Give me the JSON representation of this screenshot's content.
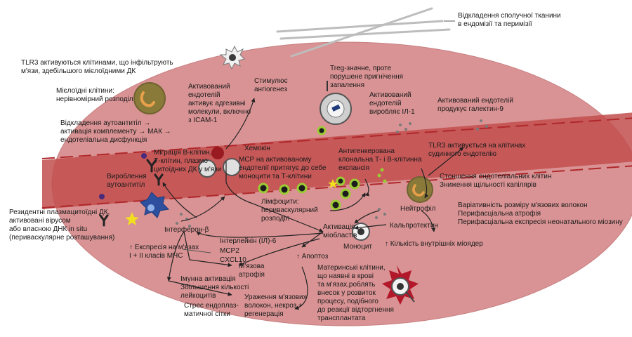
{
  "colors": {
    "muscle_tissue": "#d99394",
    "muscle_edge": "#c77f80",
    "vessel": "#c24d4d",
    "vessel_dash": "#b0282b",
    "cell_green": "#9ccc34",
    "cell_dark": "#2a2a2a",
    "plasmacytoid_dc": "#2e4f9e",
    "myeloid_dc": "#8a7a3a",
    "neutrophil": "#e8a04a",
    "mast_cell": "#b3172a",
    "fibers": "#bdbdbd"
  },
  "labels": {
    "connective_tissue": "Відкладення сполучної тканини\nв ендомізії та перимізії",
    "tlr3_infiltrating": "TLR3 активуються клітинами, що інфільтрують\nм'язи, здебільшого мієлоїдними ДК",
    "myeloid_cells": "Мієлоїдні клітини:\nнерівномірний розподіл",
    "activated_endothelium_adhesion": "Активований\nендотелій\nактивує адгезивні\nмолекули, включно\nз ICAM-1",
    "angiogenesis": "Стимулює\nангіогенез",
    "treg": "Treg-значне, проте\nпорушене пригнічення\nзапалення",
    "activated_endothelium_il1": "Активований\nендотелій\nвиробляє ІЛ-1",
    "activated_endothelium_galectin": "Активований ендотелій\nпродукує галектин-9",
    "autoantibody_deposition": "Відкладення аутоантитіл →\nактивація комплементу → МАК →\nендотеліальна дисфункція",
    "chemokine": "Хемокін",
    "mcp_attract": "MCP на активованому\nендотелії притягує до себе\nмоноцити та Т-клітини",
    "cell_migration": "Міграція В-клітин,\nТ-клітин, плазмо\nцитоїдних ДК у м'язи",
    "antigen_expansion": "Антигенкерована\nклональна Т- і В-клітинна\nекспансія",
    "tlr3_vascular": "TLR3 активується на клітинах\nсудинного ендотелію",
    "capillary_thinning": "Стоншення ендотеліальних клітин\nЗниження щільності капілярів",
    "autoantibody_production": "Вироблення\nаутоантитіл",
    "lymphocytes": "Лімфоцити:\nпериваскулярний\nрозподіл",
    "resident_dc": "Резидентні плазмацитоїдні ДК,\nактивовані вірусом\nабо власною ДНК in situ\n(периваскулярне розташування)",
    "neutrophil": "Нейтрофіл",
    "fiber_variability": "Варіативність розміру м'язових волокон\nПерифасціальна атрофія\nПерифасціальна експресія неонатального міозину",
    "interferon": "Інтерферон-β",
    "myoblast_activation": "Активація\nміобластів",
    "calprotectin": "Кальпротектин",
    "mhc_expression": "↑ Експресія на м'язах\nІ + ІІ класів МНС",
    "il6": "Інтерлейкін (ІЛ)-6",
    "mcp2": "MCP2",
    "cxcl10": "CXCL10",
    "monocyte": "Моноцит",
    "internal_myonuclei": "↑ Кількість внутрішніх міоядер",
    "muscle_atrophy": "М'язова\nатрофія",
    "apoptosis": "↑ Апоптоз",
    "mast_cells": "Материнські клітини,\nщо наявні в крові\nта м'язах,роблять\nвнесок у розвиток\nпроцесу, подібного\nдо реакції відторгнення\nтрансплантата",
    "immune_activation": "Імунна активація\nЗбільшення кількості\nлейкоцитів",
    "fiber_damage": "Ураження м'язових\nволокон, некроз +\nрегенерація",
    "er_stress": "Стрес ендоплаз-\nматичної сітки"
  },
  "icons": [
    "myeloid-dc-icon",
    "plasmacytoid-dc-icon",
    "antibody-icon",
    "treg-cell-icon",
    "lymphocyte-icon",
    "neutrophil-icon",
    "monocyte-icon",
    "mast-cell-icon",
    "virus-icon"
  ]
}
